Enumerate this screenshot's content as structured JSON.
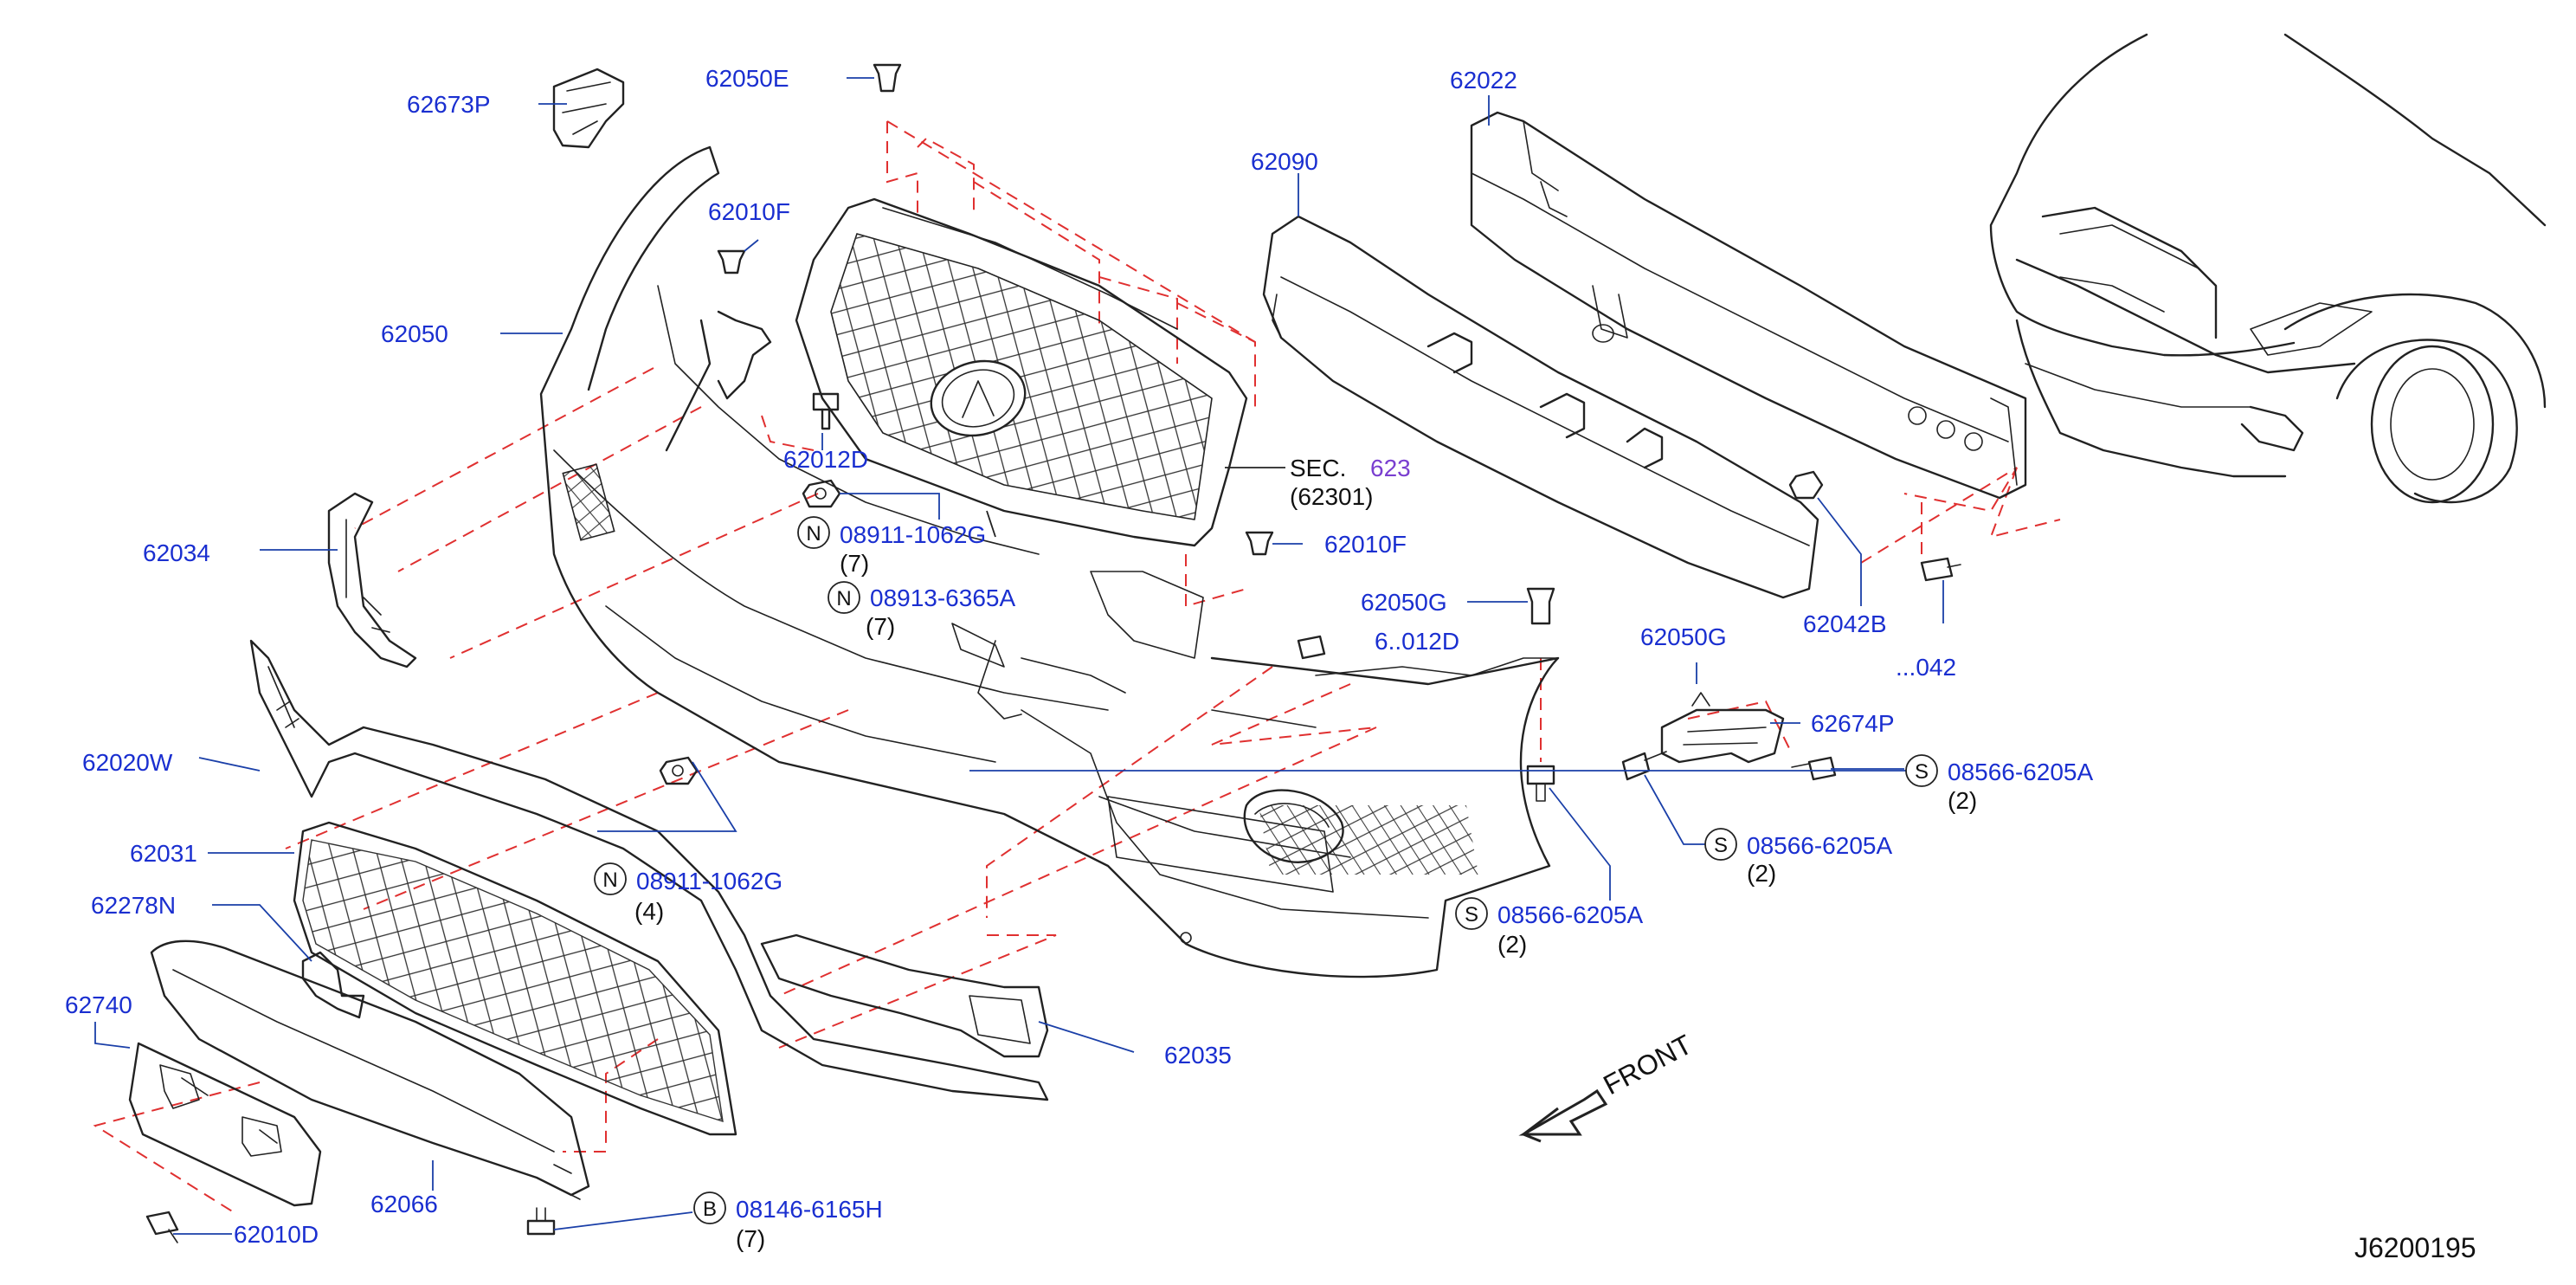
{
  "diagram": {
    "reference_code": "J6200195",
    "front_label": "FRONT",
    "sec_label": "SEC.",
    "sec_number": "623",
    "sec_sub": "(62301)"
  },
  "parts": {
    "p62673P": "62673P",
    "p62050E": "62050E",
    "p62022": "62022",
    "p62090": "62090",
    "p62010F_top": "62010F",
    "p62050": "62050",
    "p62012D": "62012D",
    "p62034": "62034",
    "p62010F_mid": "62010F",
    "p62050G_a": "62050G",
    "p62050G_b": "62050G",
    "p62012D_partial": "6..012D",
    "p62042B": "62042B",
    "p62042_partial": "...042",
    "p62674P": "62674P",
    "p62020W": "62020W",
    "p62031": "62031",
    "p62278N": "62278N",
    "p62740": "62740",
    "p62066": "62066",
    "p62010D": "62010D",
    "p62035": "62035"
  },
  "fasteners": {
    "f1": {
      "prefix": "N",
      "number": "08911-1062G",
      "qty": "(7)"
    },
    "f2": {
      "prefix": "N",
      "number": "08913-6365A",
      "qty": "(7)"
    },
    "f3": {
      "prefix": "N",
      "number": "08911-1062G",
      "qty": "(4)"
    },
    "f4": {
      "prefix": "S",
      "number": "08566-6205A",
      "qty": "(2)"
    },
    "f5": {
      "prefix": "S",
      "number": "08566-6205A",
      "qty": "(2)"
    },
    "f6": {
      "prefix": "S",
      "number": "08566-6205A",
      "qty": "(2)"
    },
    "f7": {
      "prefix": "B",
      "number": "08146-6165H",
      "qty": "(7)"
    }
  },
  "colors": {
    "label_blue": "#1a2fd0",
    "dash_red": "#e03030",
    "line_dark": "#222222",
    "sec_purple": "#7a3fd0"
  }
}
